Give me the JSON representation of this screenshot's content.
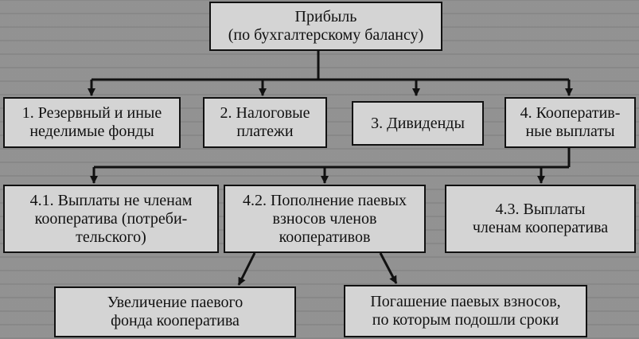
{
  "diagram": {
    "root": "Прибыль\n(по бухгалтерскому балансу)",
    "level1": [
      "1. Резервный и иные\nнеделимые фонды",
      "2. Налоговые\nплатежи",
      "3. Дивиденды",
      "4. Кооператив-\nные выплаты"
    ],
    "level2": [
      "4.1. Выплаты не членам\nкооператива (потреби-\nтельского)",
      "4.2. Пополнение паевых\nвзносов членов\nкооперативов",
      "4.3. Выплаты\nчленам кооператива"
    ],
    "level3": [
      "Увеличение паевого\nфонда кооператива",
      "Погашение паевых взносов,\nпо которым подошли сроки"
    ]
  }
}
